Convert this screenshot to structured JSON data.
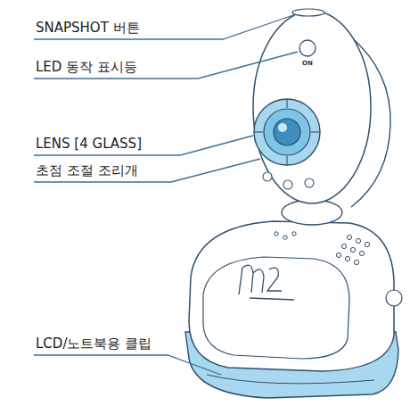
{
  "diagram": {
    "labels": [
      "SNAPSHOT 버튼",
      "LED 동작 표시등",
      "LENS [4 GLASS]",
      "초점 조절 조리개",
      "LCD/노트북용 클립",
      "ON"
    ]
  }
}
